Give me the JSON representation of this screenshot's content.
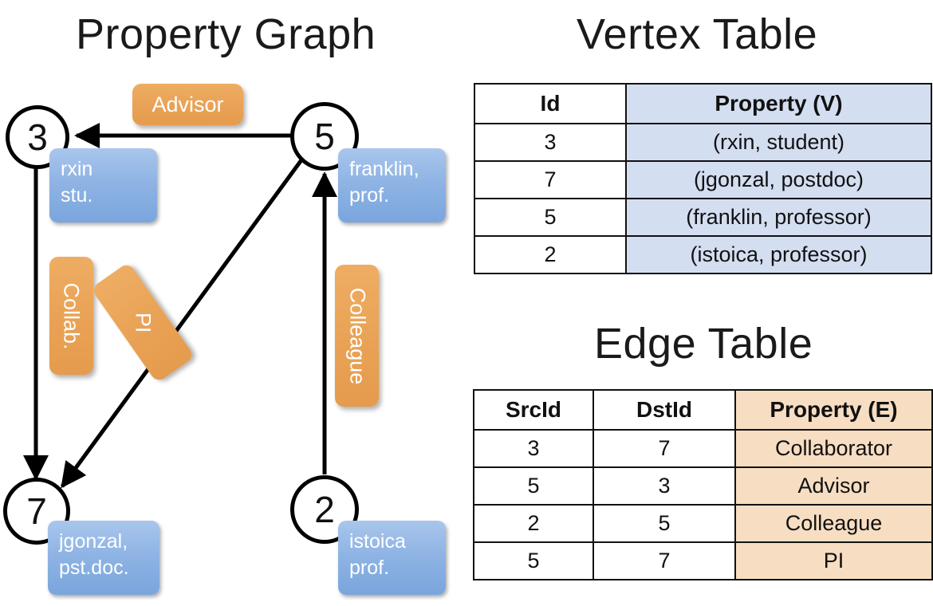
{
  "titles": {
    "property_graph": "Property Graph",
    "vertex_table": "Vertex Table",
    "edge_table": "Edge Table"
  },
  "colors": {
    "vertex_property_fill": "#d4def1",
    "edge_property_fill": "#f7ddc2",
    "vertex_box_blue": "#8fb4e4",
    "edge_label_orange": "#e9a255",
    "stroke": "#000000"
  },
  "graph": {
    "nodes": [
      {
        "id": "3",
        "property_line1": "rxin",
        "property_line2": "stu."
      },
      {
        "id": "5",
        "property_line1": "franklin,",
        "property_line2": "prof."
      },
      {
        "id": "7",
        "property_line1": "jgonzal,",
        "property_line2": "pst.doc."
      },
      {
        "id": "2",
        "property_line1": "istoica",
        "property_line2": "prof."
      }
    ],
    "edge_labels": [
      {
        "name": "advisor",
        "text": "Advisor"
      },
      {
        "name": "collab",
        "text": "Collab."
      },
      {
        "name": "pi",
        "text": "PI"
      },
      {
        "name": "colleague",
        "text": "Colleague"
      }
    ]
  },
  "vertex_table": {
    "headers": [
      "Id",
      "Property (V)"
    ],
    "rows": [
      {
        "id": "3",
        "property": "(rxin, student)"
      },
      {
        "id": "7",
        "property": "(jgonzal, postdoc)"
      },
      {
        "id": "5",
        "property": "(franklin, professor)"
      },
      {
        "id": "2",
        "property": "(istoica, professor)"
      }
    ]
  },
  "edge_table": {
    "headers": [
      "SrcId",
      "DstId",
      "Property (E)"
    ],
    "rows": [
      {
        "src": "3",
        "dst": "7",
        "property": "Collaborator"
      },
      {
        "src": "5",
        "dst": "3",
        "property": "Advisor"
      },
      {
        "src": "2",
        "dst": "5",
        "property": "Colleague"
      },
      {
        "src": "5",
        "dst": "7",
        "property": "PI"
      }
    ]
  }
}
